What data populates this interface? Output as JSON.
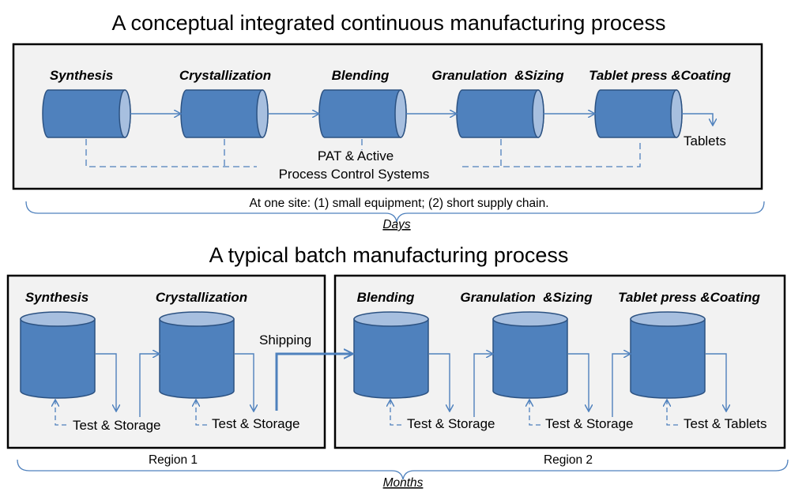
{
  "continuous": {
    "title": "A conceptual integrated continuous manufacturing process",
    "stages": [
      "Synthesis",
      "Crystallization",
      "Blending",
      "Granulation  &Sizing",
      "Tablet press &Coating"
    ],
    "pat_line1": "PAT & Active",
    "pat_line2": "Process Control Systems",
    "output": "Tablets",
    "brace_note": "At one site: (1) small equipment; (2) short supply chain.",
    "duration": "Days"
  },
  "batch": {
    "title": "A typical batch manufacturing process",
    "stages": [
      "Synthesis",
      "Crystallization",
      "Blending",
      "Granulation  &Sizing",
      "Tablet press &Coating"
    ],
    "test_labels": [
      "Test & Storage",
      "Test & Storage",
      "Test & Storage",
      "Test & Storage",
      "Test & Tablets"
    ],
    "shipping": "Shipping",
    "region1": "Region 1",
    "region2": "Region 2",
    "duration": "Months"
  },
  "colors": {
    "vessel_fill": "#4f81bd",
    "vessel_light": "#a7bfdf",
    "vessel_stroke": "#2c5282",
    "arrow": "#4f81bd",
    "panel_fill": "#f2f2f2",
    "panel_stroke": "#000000"
  }
}
